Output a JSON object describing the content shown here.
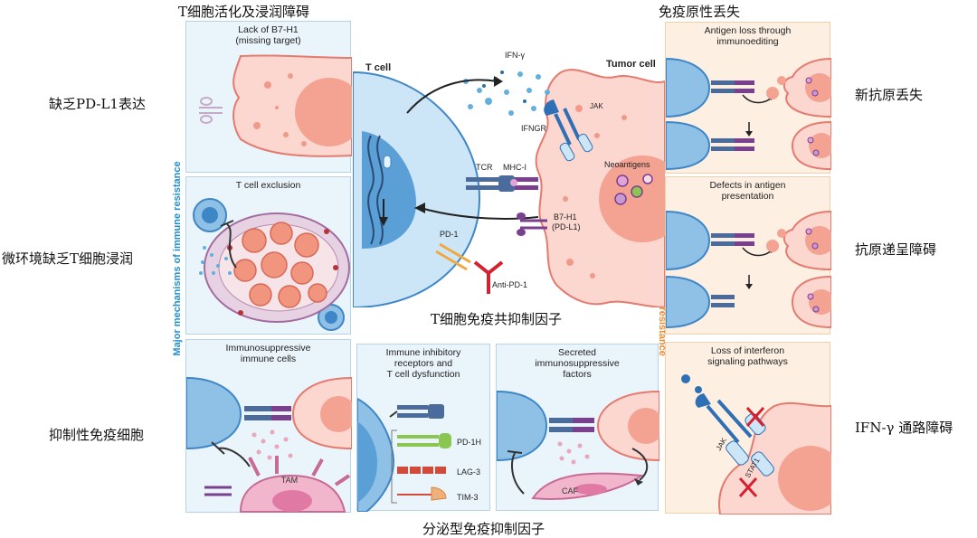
{
  "headings": {
    "t_activation": "T细胞活化及浸润障碍",
    "immunogenicity_loss": "免疫原性丢失",
    "coinhibitory": "T细胞免疫共抑制因子",
    "secreted": "分泌型免疫抑制因子"
  },
  "left_labels": {
    "pdl1": "缺乏PD-L1表达",
    "exclusion": "微环境缺乏T细胞浸润",
    "suppressive": "抑制性免疫细胞"
  },
  "right_labels": {
    "neoantigen": "新抗原丢失",
    "presentation": "抗原递呈障碍",
    "ifn": "IFN-γ 通路障碍"
  },
  "side_labels": {
    "major": "Major mechanisms of immune resistance",
    "minor": "Minor mechanisms of immune resistance"
  },
  "panels": {
    "missing_target": "Lack of B7-H1\n(missing target)",
    "exclusion": "T cell exclusion",
    "suppressive_cells": "Immunosuppressive\nimmune cells",
    "inhibitory_receptors": "Immune inhibitory\nreceptors and\nT cell dysfunction",
    "secreted_factors": "Secreted\nimmunosuppressive\nfactors",
    "antigen_loss": "Antigen loss through\nimmunoediting",
    "presentation_defects": "Defects in antigen\npresentation",
    "interferon_loss": "Loss of interferon\nsignaling pathways"
  },
  "center": {
    "t_cell": "T cell",
    "tumor_cell": "Tumor cell",
    "ifn_gamma": "IFN-γ",
    "ifngr": "IFNGR",
    "jak": "JAK",
    "tcr": "TCR",
    "mhc": "MHC-I",
    "neoantigens": "Neoantigens",
    "b7h1": "B7-H1\n(PD-L1)",
    "pd1": "PD-1",
    "anti_pd1": "Anti-PD-1"
  },
  "labels": {
    "tam": "TAM",
    "caf": "CAF",
    "pd1h": "PD-1H",
    "lag3": "LAG-3",
    "tim3": "TIM-3",
    "stat1": "STAT1"
  },
  "colors": {
    "major_blue": "#1f8fd0",
    "minor_orange": "#ef8a2e",
    "panel_blue": "#eaf4fb",
    "panel_orange": "#fdf0e3",
    "tumor_pink": "#fbd7d0",
    "tumor_border": "#e57a6f"
  }
}
